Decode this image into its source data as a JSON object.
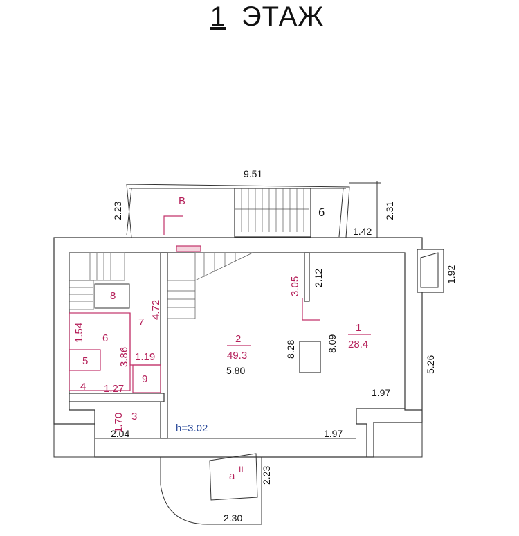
{
  "title": {
    "prefix": "",
    "floor_number": "1",
    "label": "ЭТАЖ"
  },
  "dimensions": {
    "top_width": "9.51",
    "porch_left_depth": "2.23",
    "porch_right_depth": "2.31",
    "porch_right_width": "1.42",
    "window_bay": "1.92",
    "corridor_right": "2.12",
    "room2_length": "8.28",
    "room1_length": "8.09",
    "right_wall": "5.26",
    "room2_width": "5.80",
    "room1_step": "1.97",
    "room1_bottom": "1.97",
    "room3_width": "2.04",
    "vestibule_depth": "2.23",
    "vestibule_width": "2.30"
  },
  "rooms": {
    "porch_v": "В",
    "porch_b": "б",
    "r8": "8",
    "r7": "7",
    "r7_len": "4.72",
    "r6": "6",
    "r6_w": "1.54",
    "r6_len": "3.86",
    "r7_w": "1.19",
    "r5": "5",
    "r9": "9",
    "r4": "4",
    "r4_w": "1.27",
    "r3": "3",
    "r3_len": "1.70",
    "wall_305": "3.05",
    "r2": "2",
    "r2_area": "49.3",
    "r1": "1",
    "r1_area": "28.4",
    "vestibule": "а",
    "vestibule_roman": "II"
  },
  "ceiling_height": "h=3.02"
}
